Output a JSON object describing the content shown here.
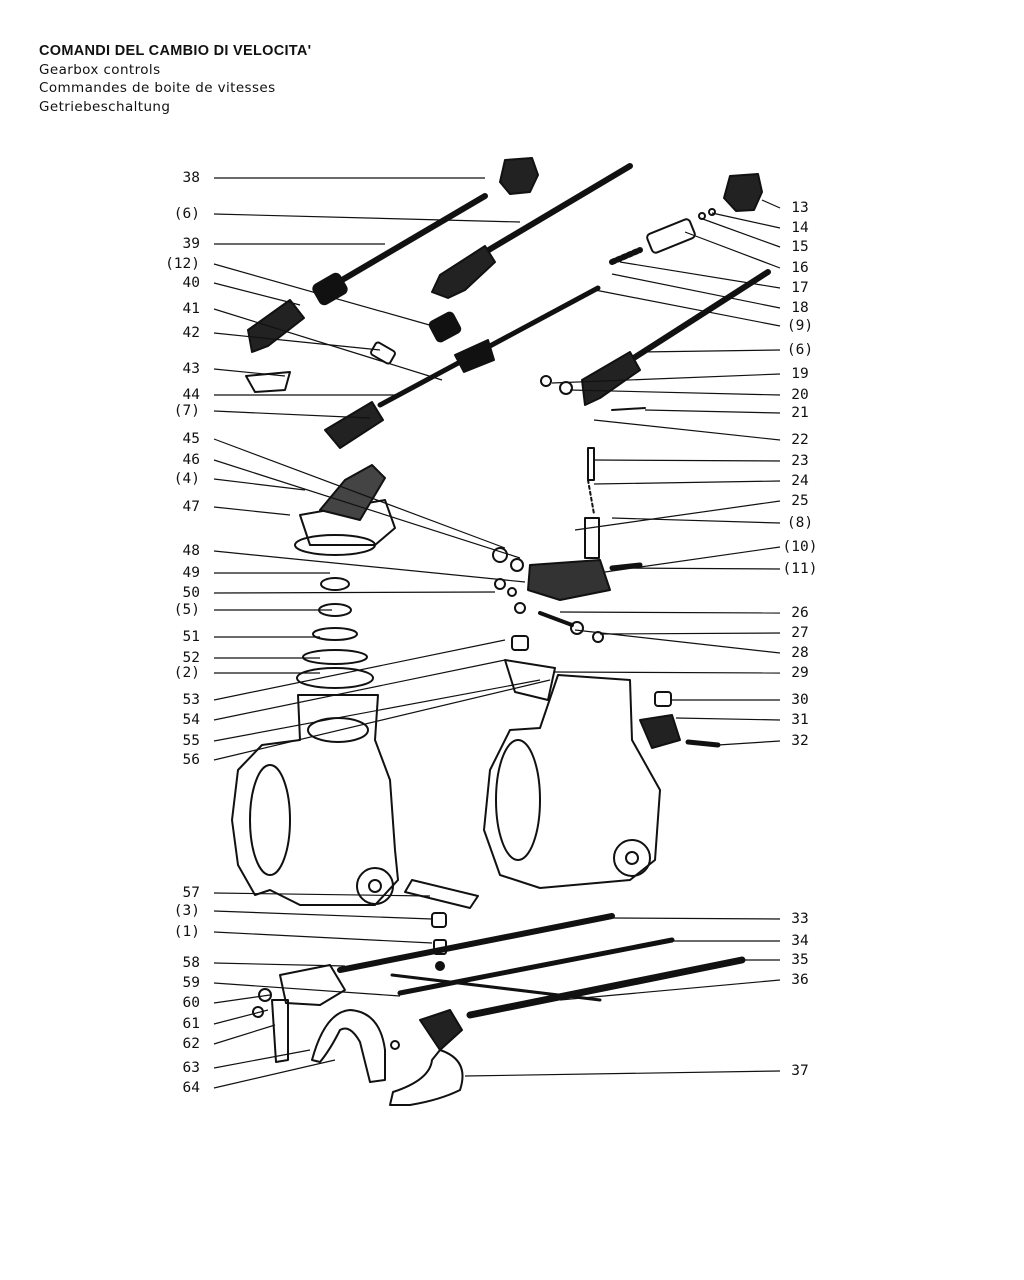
{
  "header": {
    "title_it": "COMANDI DEL CAMBIO DI VELOCITA'",
    "title_en": "Gearbox controls",
    "title_fr": "Commandes de boite de vitesses",
    "title_de": "Getriebeschaltung"
  },
  "callouts_left": [
    "38",
    "(6)",
    "39",
    "(12)",
    "40",
    "41",
    "42",
    "43",
    "44",
    "(7)",
    "45",
    "46",
    "(4)",
    "47",
    "48",
    "49",
    "50",
    "(5)",
    "51",
    "52",
    "(2)",
    "53",
    "54",
    "55",
    "56",
    "57",
    "(3)",
    "(1)",
    "58",
    "59",
    "60",
    "61",
    "62",
    "63",
    "64"
  ],
  "callouts_right": [
    "13",
    "14",
    "15",
    "16",
    "17",
    "18",
    "(9)",
    "(6)",
    "19",
    "20",
    "21",
    "22",
    "23",
    "24",
    "25",
    "(8)",
    "(10)",
    "(11)",
    "26",
    "27",
    "28",
    "29",
    "30",
    "31",
    "32",
    "33",
    "34",
    "35",
    "36",
    "37"
  ]
}
